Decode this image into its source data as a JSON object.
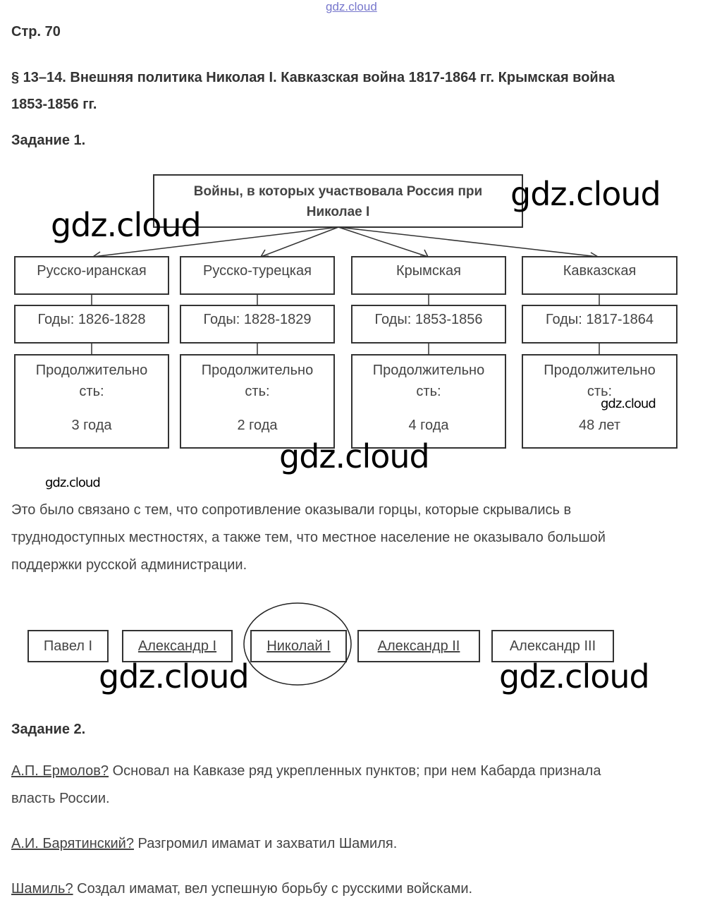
{
  "watermark": "gdz.cloud",
  "page_label": "Стр. 70",
  "section_title_line1": "§ 13–14. Внешняя политика Николая I. Кавказская война 1817-1864 гг. Крымская война",
  "section_title_line2": "1853-1856 гг.",
  "task1_heading": "Задание 1.",
  "diagram": {
    "root_line1": "Войны, в которых участвовала Россия при",
    "root_line2": "Николае I",
    "duration_label_line1": "Продолжительно",
    "duration_label_line2": "сть:",
    "wars": [
      {
        "name": "Русско-иранская",
        "years": "Годы: 1826-1828",
        "duration": "3 года"
      },
      {
        "name": "Русско-турецкая",
        "years": "Годы: 1828-1829",
        "duration": "2 года"
      },
      {
        "name": "Крымская",
        "years": "Годы: 1853-1856",
        "duration": "4 года"
      },
      {
        "name": "Кавказская",
        "years": "Годы: 1817-1864",
        "duration": "48 лет"
      }
    ]
  },
  "explanation": [
    "Это было связано с тем, что сопротивление оказывали горцы, которые скрывались в",
    "труднодоступных местностях, а также тем, что местное население не оказывало большой",
    "поддержки русской администрации."
  ],
  "rulers": [
    {
      "name": "Павел I",
      "underlined": false
    },
    {
      "name": "Александр I",
      "underlined": true
    },
    {
      "name": "Николай I",
      "underlined": true,
      "circled": true
    },
    {
      "name": "Александр II",
      "underlined": true
    },
    {
      "name": "Александр III",
      "underlined": false
    }
  ],
  "task2_heading": "Задание 2.",
  "task2": [
    {
      "term": "А.П. Ермолов?",
      "text": " Основал на Кавказе ряд укрепленных пунктов; при нем Кабарда признала",
      "text2": "власть России."
    },
    {
      "term": "А.И. Барятинский?",
      "text": " Разгромил имамат и захватил Шамиля."
    },
    {
      "term": "Шамиль?",
      "text": " Создал имамат, вел успешную борьбу с русскими войсками."
    }
  ]
}
